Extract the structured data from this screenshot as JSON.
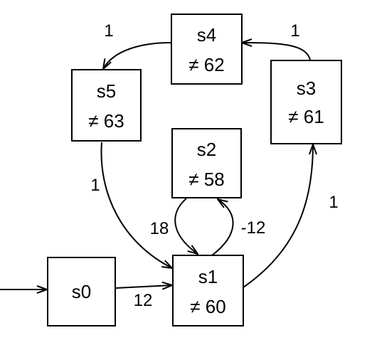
{
  "diagram": {
    "nodes": [
      {
        "id": "s0",
        "label": "s0",
        "constraint": ""
      },
      {
        "id": "s1",
        "label": "s1",
        "constraint": "≠ 60"
      },
      {
        "id": "s2",
        "label": "s2",
        "constraint": "≠ 58"
      },
      {
        "id": "s3",
        "label": "s3",
        "constraint": "≠ 61"
      },
      {
        "id": "s4",
        "label": "s4",
        "constraint": "≠ 62"
      },
      {
        "id": "s5",
        "label": "s5",
        "constraint": "≠ 63"
      }
    ],
    "edges": [
      {
        "from": "",
        "to": "s0",
        "label": ""
      },
      {
        "from": "s0",
        "to": "s1",
        "label": "12"
      },
      {
        "from": "s1",
        "to": "s2",
        "label": "-12"
      },
      {
        "from": "s2",
        "to": "s1",
        "label": "18"
      },
      {
        "from": "s1",
        "to": "s3",
        "label": "1"
      },
      {
        "from": "s3",
        "to": "s4",
        "label": "1"
      },
      {
        "from": "s4",
        "to": "s5",
        "label": "1"
      },
      {
        "from": "s5",
        "to": "s1",
        "label": "1"
      }
    ]
  }
}
